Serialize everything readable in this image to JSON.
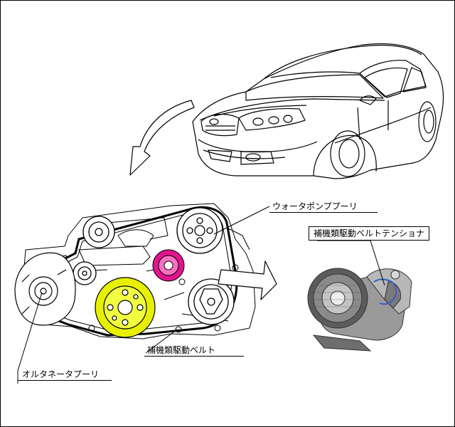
{
  "labels": {
    "water_pump_pulley": "ウォータポンププーリ",
    "tensioner": "補機類駆動ベルトテンショナ",
    "drive_belt": "補機類駆動ベルト",
    "alternator_pulley": "オルタネータプーリ"
  },
  "colors": {
    "crank_pulley": "#e6f000",
    "idler_pulley": "#e0148c",
    "tensioner_body": "#8c8c8c",
    "line": "#000000",
    "arrow_fill": "#ffffff"
  }
}
